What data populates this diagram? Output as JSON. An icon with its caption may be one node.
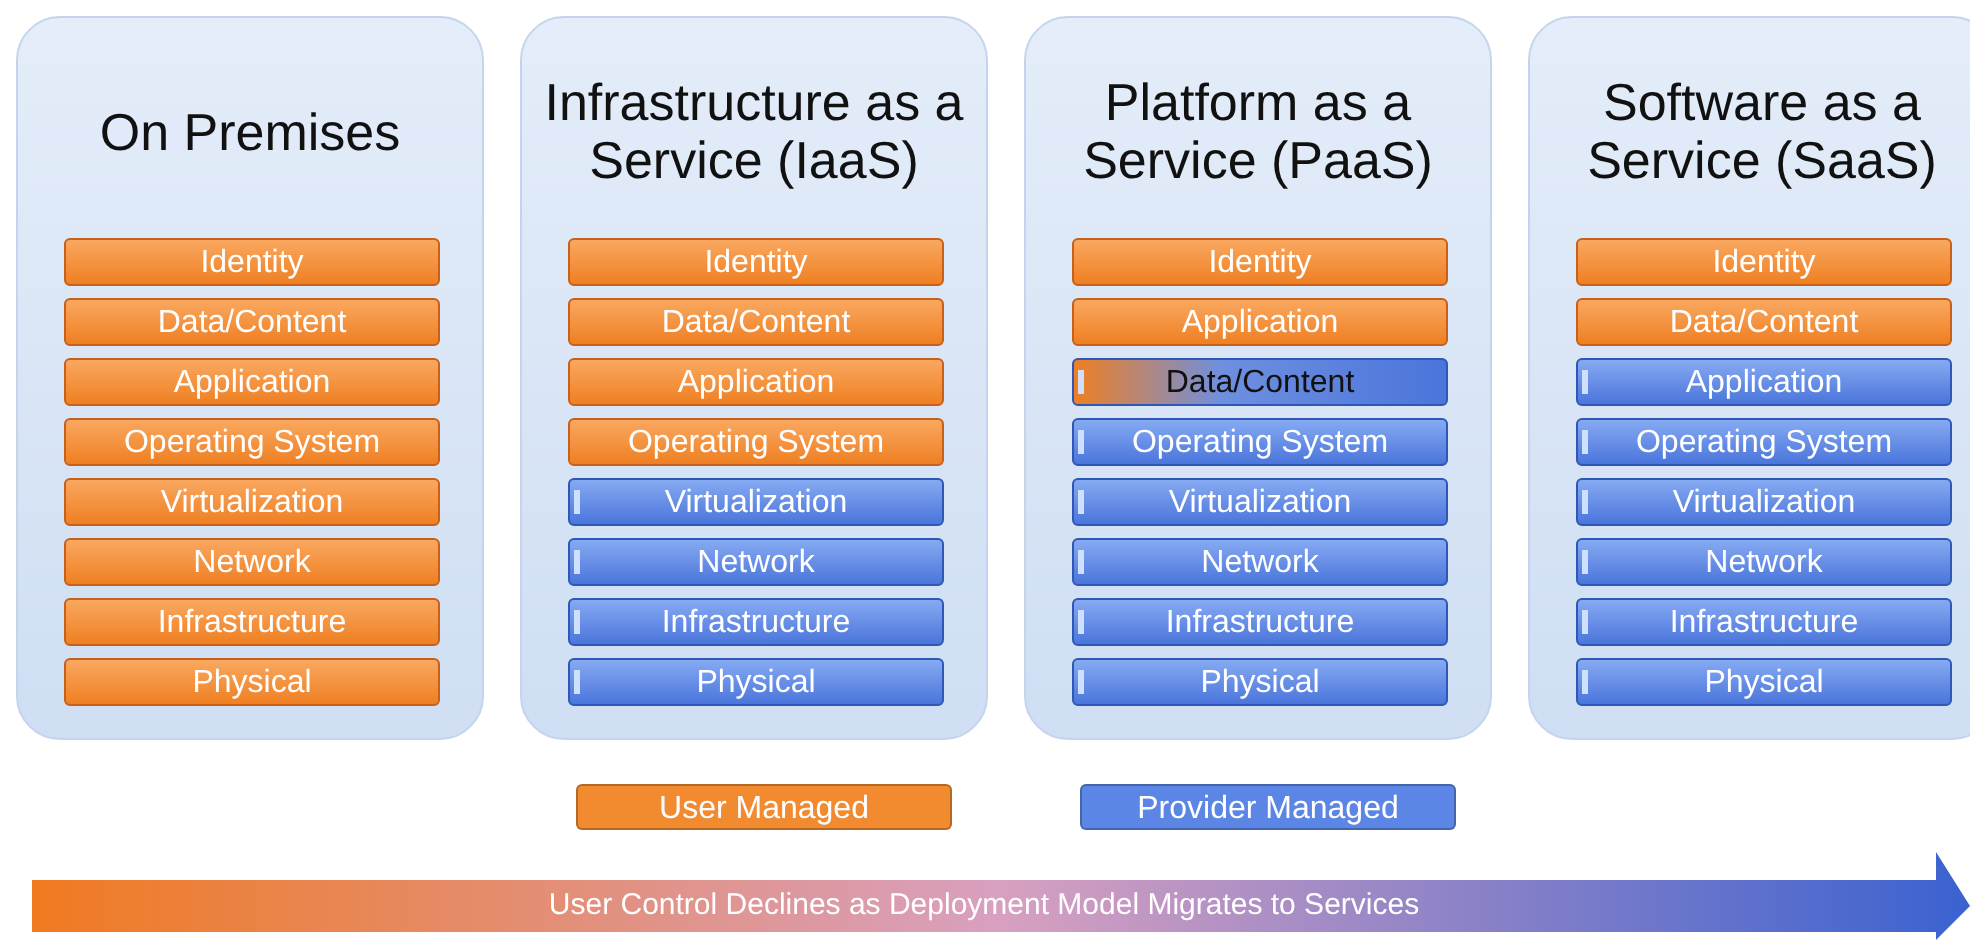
{
  "diagram": {
    "nodes": [
      {
        "text": [
          "On Premises"
        ]
      },
      {
        "text": [
          "Identity"
        ],
        "in": 0
      },
      {
        "text": [
          "Data/Content"
        ],
        "in": 0
      },
      {
        "text": [
          "Application"
        ],
        "in": 0
      },
      {
        "text": [
          "Operating System"
        ],
        "in": 0
      },
      {
        "text": [
          "Virtualization"
        ],
        "in": 0
      },
      {
        "text": [
          "Network"
        ],
        "in": 0
      },
      {
        "text": [
          "Infrastructure"
        ],
        "in": 0
      },
      {
        "text": [
          "Physical"
        ],
        "in": 0
      },
      {
        "text": [
          "Infrastructure as a Service (IaaS)"
        ]
      },
      {
        "text": [
          "Identity"
        ],
        "in": 9
      },
      {
        "text": [
          "Data/Content"
        ],
        "in": 9
      },
      {
        "text": [
          "Application"
        ],
        "in": 9
      },
      {
        "text": [
          "Operating System"
        ],
        "in": 9
      },
      {
        "text": [
          "Virtualization"
        ],
        "in": 9
      },
      {
        "text": [
          "Network"
        ],
        "in": 9
      },
      {
        "text": [
          "Infrastructure"
        ],
        "in": 9
      },
      {
        "text": [
          "Physical"
        ],
        "in": 9
      },
      {
        "text": [
          "Platform as a Service (PaaS)"
        ]
      },
      {
        "text": [
          "Identity"
        ],
        "in": 18
      },
      {
        "text": [
          "Application"
        ],
        "in": 18
      },
      {
        "text": [
          "Data/Content"
        ],
        "in": 18
      },
      {
        "text": [
          "Operating System"
        ],
        "in": 18
      },
      {
        "text": [
          "Virtualization"
        ],
        "in": 18
      },
      {
        "text": [
          "Network"
        ],
        "in": 18
      },
      {
        "text": [
          "Infrastructure"
        ],
        "in": 18
      },
      {
        "text": [
          "Physical"
        ],
        "in": 18
      },
      {
        "text": [
          "Software as a Service (SaaS)"
        ]
      },
      {
        "text": [
          "Identity"
        ],
        "in": 27
      },
      {
        "text": [
          "Data/Content"
        ],
        "in": 27
      },
      {
        "text": [
          "Application"
        ],
        "in": 27
      },
      {
        "text": [
          "Operating System"
        ],
        "in": 27
      },
      {
        "text": [
          "Virtualization"
        ],
        "in": 27
      },
      {
        "text": [
          "Network"
        ],
        "in": 27
      },
      {
        "text": [
          "Infrastructure"
        ],
        "in": 27
      },
      {
        "text": [
          "Physical"
        ],
        "in": 27
      }
    ],
    "labels": [
      "User Control Declines as Deployment Model Migrates to Services"
    ],
    "legend": [
      {
        "text": "User Managed",
        "color": "#f28a30"
      },
      {
        "text": "Provider Managed",
        "color": "#5b86e5"
      }
    ]
  }
}
